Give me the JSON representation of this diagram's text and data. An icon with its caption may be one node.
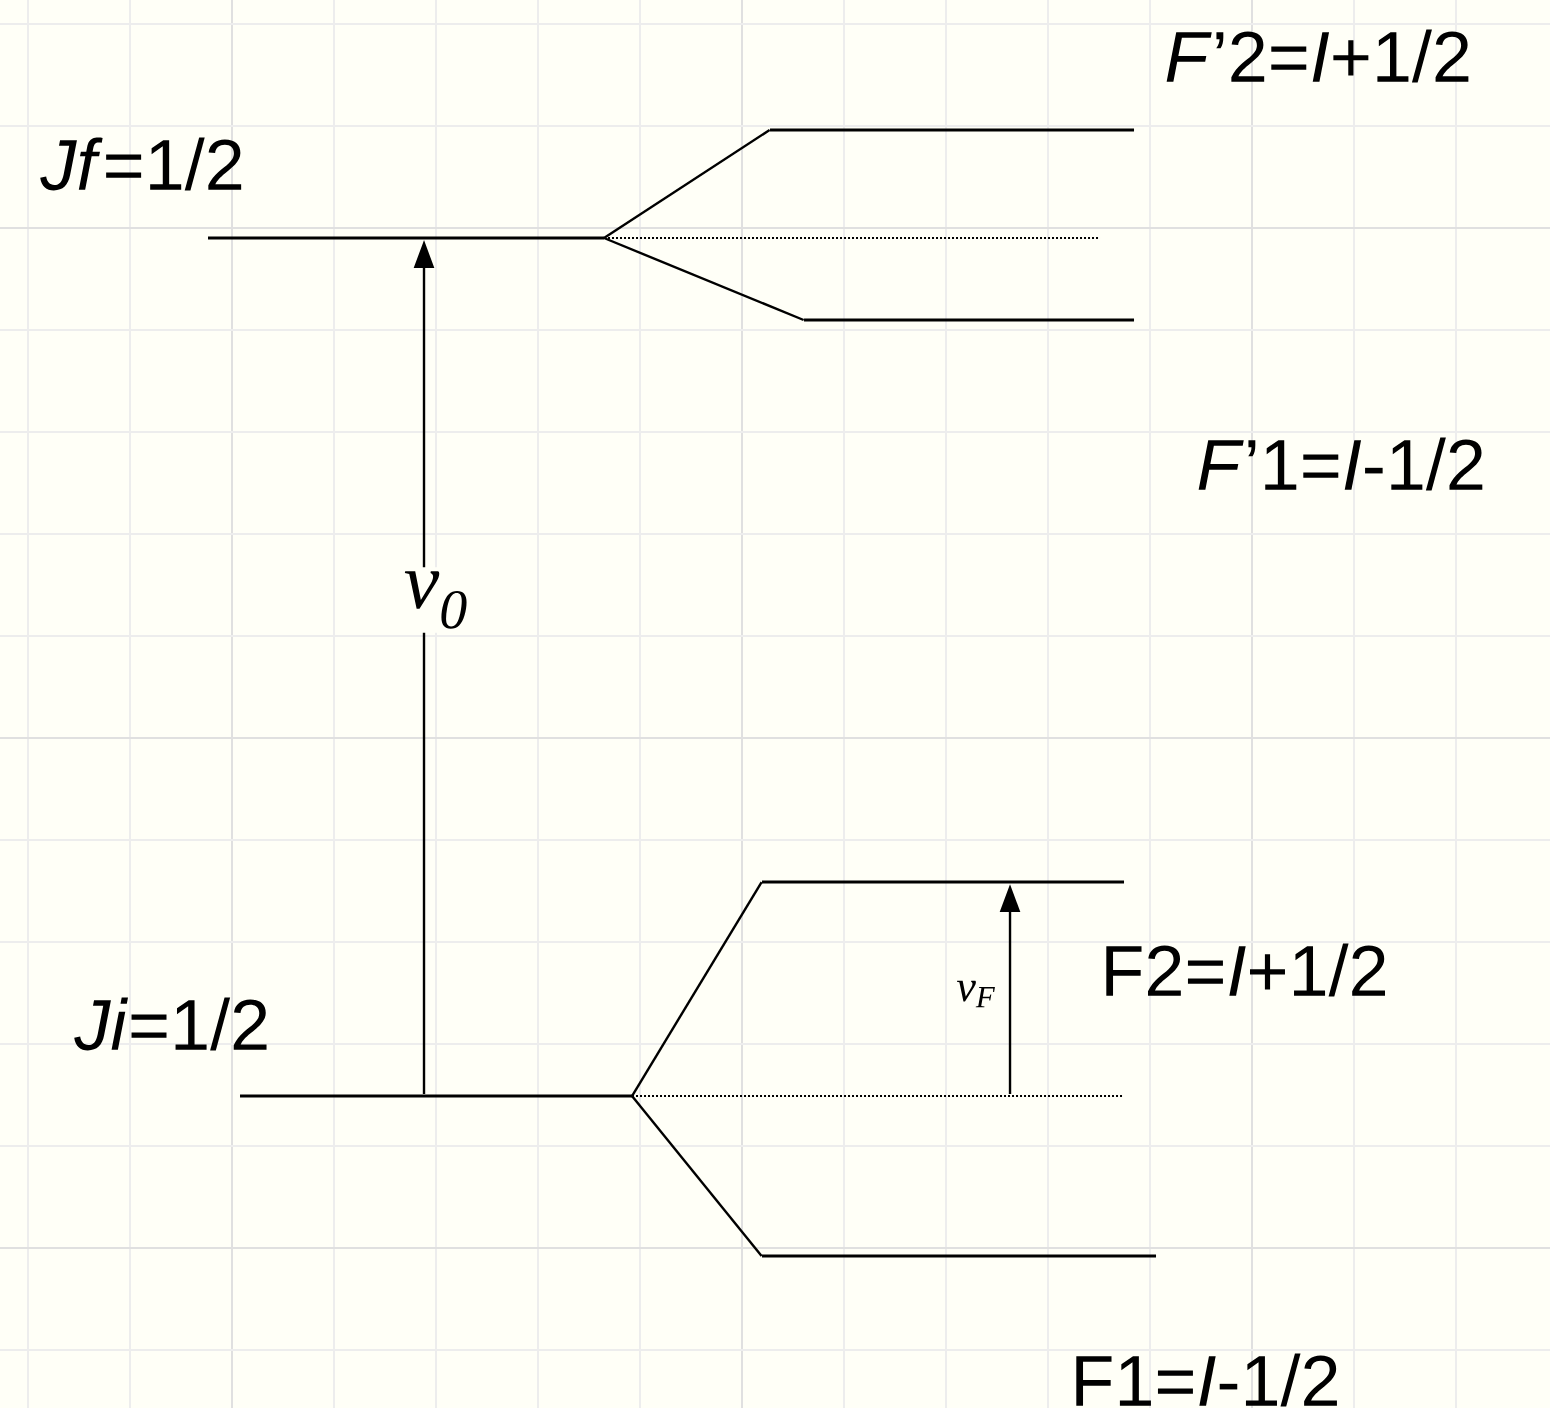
{
  "diagram": {
    "nodes": [
      {
        "text": [],
        "shape": "bar",
        "beside": [
          "*Jf*=1/2"
        ]
      },
      {
        "text": [],
        "shape": "bar",
        "beside": [
          "*F*’2=*I*+1/2"
        ]
      },
      {
        "text": [],
        "shape": "bar",
        "beside": [
          "*F*’1=*I*-1/2"
        ]
      },
      {
        "text": [],
        "shape": "bar",
        "beside": [
          "*Ji*=1/2"
        ]
      },
      {
        "text": [],
        "shape": "bar",
        "beside": [
          "F2=*I*+1/2"
        ]
      },
      {
        "text": [],
        "shape": "bar",
        "beside": [
          "F1=*I*-1/2"
        ]
      }
    ],
    "edges": [
      {
        "from": 0,
        "to": 1,
        "arrow": "none"
      },
      {
        "from": 0,
        "to": 2,
        "arrow": "none"
      },
      {
        "from": 3,
        "to": 4,
        "arrow": "none"
      },
      {
        "from": 3,
        "to": 5,
        "arrow": "none"
      },
      {
        "from": 3,
        "to": 0,
        "arrow": "to",
        "label": "ν$_{0}$"
      },
      {
        "from": 3,
        "to": 4,
        "arrow": "to",
        "label": "ν$_{F}$"
      }
    ]
  }
}
